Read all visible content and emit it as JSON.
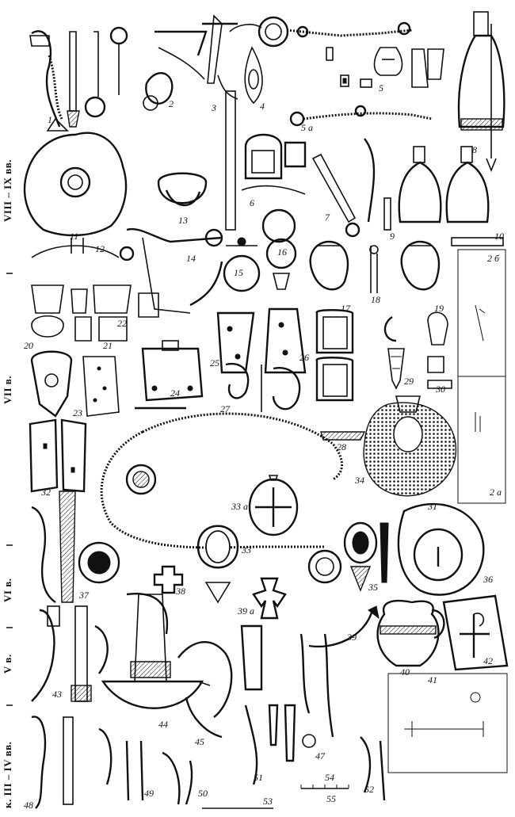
{
  "periods": [
    {
      "id": "p1",
      "label": "VIII – IX вв."
    },
    {
      "id": "p2",
      "label": "VII в."
    },
    {
      "id": "p3",
      "label": "VI в."
    },
    {
      "id": "p4",
      "label": "V в."
    },
    {
      "id": "p5",
      "label": "к. III – IV вв."
    }
  ],
  "item_numbers": [
    "1",
    "2",
    "3",
    "4",
    "5",
    "5 а",
    "6",
    "7",
    "8",
    "9",
    "10",
    "11",
    "12",
    "13",
    "14",
    "15",
    "16",
    "17",
    "18",
    "19",
    "20",
    "21",
    "22",
    "23",
    "24",
    "25",
    "26",
    "27",
    "28",
    "29",
    "30",
    "31",
    "32",
    "33",
    "33 а",
    "34",
    "35",
    "36",
    "37",
    "38",
    "39",
    "39 а",
    "40",
    "41",
    "42",
    "43",
    "44",
    "45",
    "47",
    "48",
    "49",
    "50",
    "51",
    "52",
    "53",
    "54",
    "55",
    "2 а",
    "2 б"
  ],
  "colors": {
    "ink": "#111111",
    "paper": "#ffffff"
  }
}
